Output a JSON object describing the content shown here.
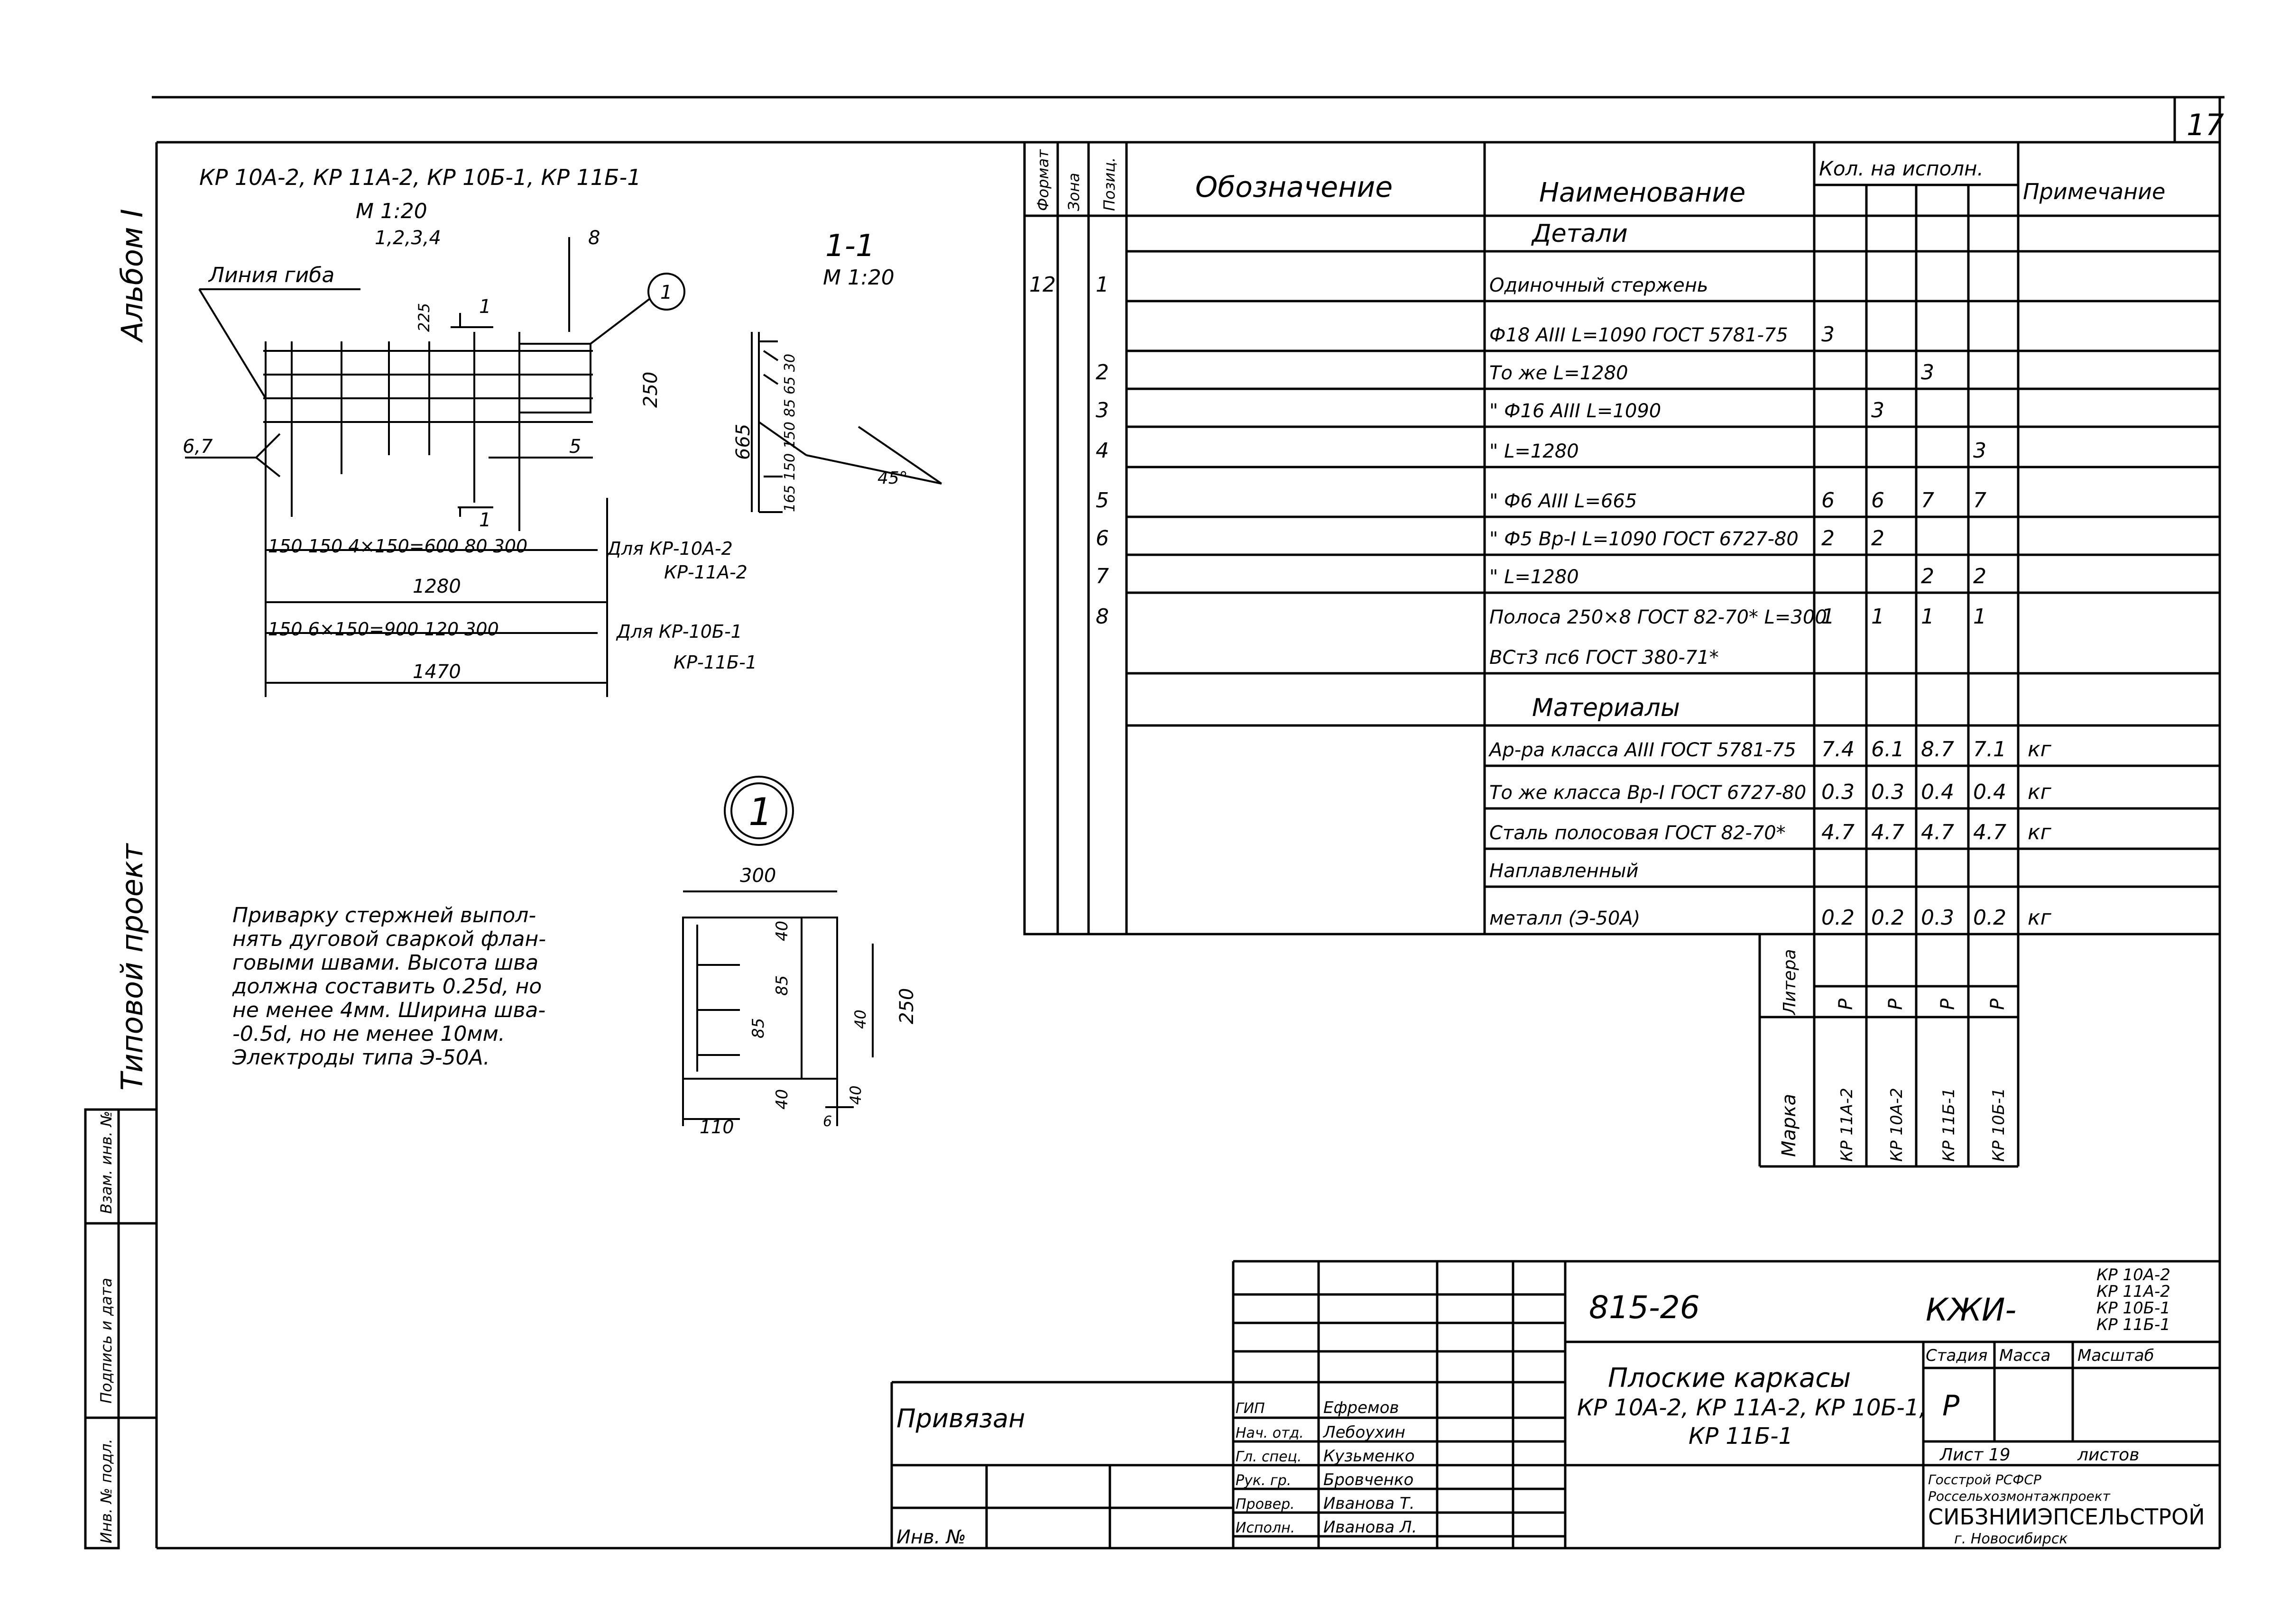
{
  "page_number": "17",
  "side_labels": {
    "album": "Альбом I",
    "project": "Типовой проект",
    "stamp_col1": "Инв. № подл.",
    "stamp_col2": "Подпись и дата",
    "stamp_col3": "Взам. инв. №"
  },
  "drawing": {
    "title": "КР 10А-2, КР 11А-2, КР 10Б-1, КР 11Б-1",
    "scale": "М 1:20",
    "bend_line_label": "Линия гиба",
    "positions_label": "1,2,3,4",
    "pos8": "8",
    "pos67": "6,7",
    "pos5": "5",
    "node_mark": "1",
    "section_mark": "1",
    "dim_225": "225",
    "dim_250": "250",
    "dim_row1": "150 150   4×150=600  80  300",
    "dim_1280": "1280",
    "for_row1a": "Для КР-10А-2",
    "for_row1b": "КР-11А-2",
    "dim_row2": "150   6×150=900  120  300",
    "dim_1470": "1470",
    "for_row2a": "Для КР-10Б-1",
    "for_row2b": "КР-11Б-1"
  },
  "section": {
    "title": "1-1",
    "scale": "М 1:20",
    "dim_665": "665",
    "dims_v": "165 150 150 85 65 30",
    "angle": "45°"
  },
  "node": {
    "mark": "1",
    "dim_300": "300",
    "dim_40a": "40",
    "dim_85a": "85",
    "dim_85b": "85",
    "dim_40b": "40",
    "dim_250": "250",
    "dim_40c": "40",
    "dim_40d": "40",
    "dim_110": "110",
    "dim_6": "6",
    "note_lines": [
      "Приварку стержней выпол-",
      "нять дуговой сваркой флан-",
      "говыми швами. Высота шва",
      "должна составить 0.25d, но",
      "не менее 4мм. Ширина шва-",
      "-0.5d, но не менее 10мм.",
      "Электроды типа Э-50А."
    ]
  },
  "spec": {
    "headers": {
      "format": "Формат",
      "zone": "Зона",
      "pos": "Позиц.",
      "designation": "Обозначение",
      "name": "Наименование",
      "qty": "Кол. на исполн.",
      "note": "Примечание"
    },
    "rows": [
      {
        "fmt": "",
        "pos": "",
        "name": "Детали",
        "q": [
          "",
          "",
          "",
          ""
        ],
        "note": ""
      },
      {
        "fmt": "12",
        "pos": "1",
        "name": "Одиночный стержень",
        "q": [
          "",
          "",
          "",
          ""
        ],
        "note": ""
      },
      {
        "fmt": "",
        "pos": "",
        "name": "Ф18 АIII L=1090 ГОСТ 5781-75",
        "q": [
          "3",
          "",
          "",
          ""
        ],
        "note": ""
      },
      {
        "fmt": "",
        "pos": "2",
        "name": "То же          L=1280",
        "q": [
          "",
          "",
          "3",
          ""
        ],
        "note": ""
      },
      {
        "fmt": "",
        "pos": "3",
        "name": "\"    Ф16 АIII L=1090",
        "q": [
          "",
          "3",
          "",
          ""
        ],
        "note": ""
      },
      {
        "fmt": "",
        "pos": "4",
        "name": "\"             L=1280",
        "q": [
          "",
          "",
          "",
          "3"
        ],
        "note": ""
      },
      {
        "fmt": "",
        "pos": "5",
        "name": "\"   Ф6 АIII  L=665",
        "q": [
          "6",
          "6",
          "7",
          "7"
        ],
        "note": ""
      },
      {
        "fmt": "",
        "pos": "6",
        "name": "\"  Ф5 Вр-I L=1090 ГОСТ 6727-80",
        "q": [
          "2",
          "2",
          "",
          ""
        ],
        "note": ""
      },
      {
        "fmt": "",
        "pos": "7",
        "name": "\"            L=1280",
        "q": [
          "",
          "",
          "2",
          "2"
        ],
        "note": ""
      },
      {
        "fmt": "",
        "pos": "8",
        "name": "Полоса 250×8 ГОСТ 82-70* L=300",
        "q": [
          "1",
          "1",
          "1",
          "1"
        ],
        "note": ""
      },
      {
        "fmt": "",
        "pos": "",
        "name": "ВСт3 пс6 ГОСТ 380-71*",
        "q": [
          "",
          "",
          "",
          ""
        ],
        "note": ""
      },
      {
        "fmt": "",
        "pos": "",
        "name": "Материалы",
        "q": [
          "",
          "",
          "",
          ""
        ],
        "note": ""
      },
      {
        "fmt": "",
        "pos": "",
        "name": "Ар-ра класса АIII ГОСТ 5781-75",
        "q": [
          "7.4",
          "6.1",
          "8.7",
          "7.1"
        ],
        "note": "кг"
      },
      {
        "fmt": "",
        "pos": "",
        "name": "То же класса Вр-I ГОСТ 6727-80",
        "q": [
          "0.3",
          "0.3",
          "0.4",
          "0.4"
        ],
        "note": "кг"
      },
      {
        "fmt": "",
        "pos": "",
        "name": "Сталь полосовая ГОСТ 82-70*",
        "q": [
          "4.7",
          "4.7",
          "4.7",
          "4.7"
        ],
        "note": "кг"
      },
      {
        "fmt": "",
        "pos": "",
        "name": "Наплавленный",
        "q": [
          "",
          "",
          "",
          ""
        ],
        "note": ""
      },
      {
        "fmt": "",
        "pos": "",
        "name": "металл (Э-50А)",
        "q": [
          "0.2",
          "0.2",
          "0.3",
          "0.2"
        ],
        "note": "кг"
      }
    ],
    "litera_label": "Литера",
    "mark_label": "Марка",
    "litera": [
      "Р",
      "Р",
      "Р",
      "Р"
    ],
    "marks": [
      "КР 11А-2",
      "КР 10А-2",
      "КР 11Б-1",
      "КР 10Б-1"
    ]
  },
  "titleblock": {
    "bound": "Привязан",
    "inv": "Инв. №",
    "code": "815-26",
    "doc_code": "КЖИ-",
    "doc_marks": [
      "КР 10А-2",
      "КР 11А-2",
      "КР 10Б-1",
      "КР 11Б-1"
    ],
    "title_lines": [
      "Плоские каркасы",
      "КР 10А-2, КР 11А-2, КР 10Б-1,",
      "КР 11Б-1"
    ],
    "stage_h": "Стадия",
    "mass_h": "Масса",
    "scale_h": "Масштаб",
    "stage": "Р",
    "sheet": "Лист 19",
    "sheets": "листов",
    "org1": "Госстрой РСФСР",
    "org2": "Россельхозмонтажпроект",
    "org3": "СИБЗНИИЭПСЕЛЬСТРОЙ",
    "org4": "г. Новосибирск",
    "roles": [
      "ГИП",
      "Нач. отд.",
      "Гл. спец.",
      "Рук. гр.",
      "Провер.",
      "Исполн."
    ],
    "names": [
      "Ефремов",
      "Лебоухин",
      "Кузьменко",
      "Бровченко",
      "Иванова Т.",
      "Иванова Л."
    ]
  }
}
